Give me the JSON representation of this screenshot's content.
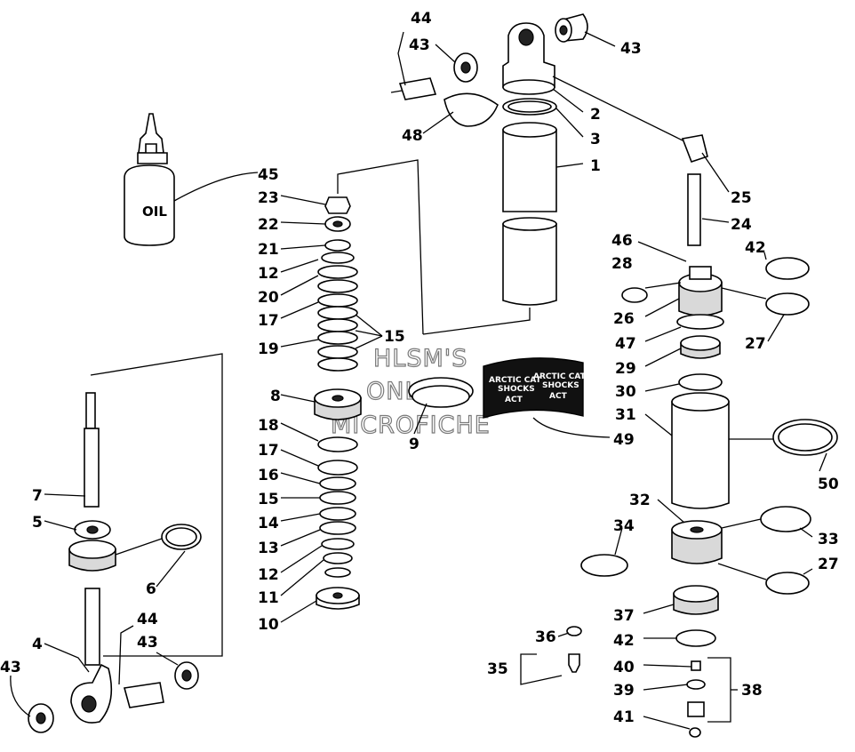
{
  "oil_label": "OIL",
  "watermark": {
    "line1": "HLSM'S",
    "line2": "ONLINE",
    "line3": "MICROFICHE"
  },
  "decal_text": {
    "line1": "ARCTIC CAT",
    "line2": "SHOCKS",
    "line3": "ACT"
  },
  "callouts": {
    "c1": "1",
    "c2": "2",
    "c3": "3",
    "c4": "4",
    "c5": "5",
    "c6": "6",
    "c7": "7",
    "c8": "8",
    "c9": "9",
    "c10": "10",
    "c11": "11",
    "c12a": "12",
    "c12b": "12",
    "c13": "13",
    "c14": "14",
    "c15a": "15",
    "c15b": "15",
    "c16": "16",
    "c17a": "17",
    "c17b": "17",
    "c18": "18",
    "c19": "19",
    "c20": "20",
    "c21": "21",
    "c22": "22",
    "c23": "23",
    "c24": "24",
    "c25": "25",
    "c26": "26",
    "c27a": "27",
    "c27b": "27",
    "c28": "28",
    "c29": "29",
    "c30": "30",
    "c31": "31",
    "c32": "32",
    "c33": "33",
    "c34": "34",
    "c35": "35",
    "c36": "36",
    "c37": "37",
    "c38": "38",
    "c39": "39",
    "c40": "40",
    "c41": "41",
    "c42a": "42",
    "c42b": "42",
    "c43a": "43",
    "c43b": "43",
    "c43c": "43",
    "c43d": "43",
    "c44a": "44",
    "c44b": "44",
    "c45": "45",
    "c46": "46",
    "c47": "47",
    "c48": "48",
    "c49": "49",
    "c50": "50"
  }
}
